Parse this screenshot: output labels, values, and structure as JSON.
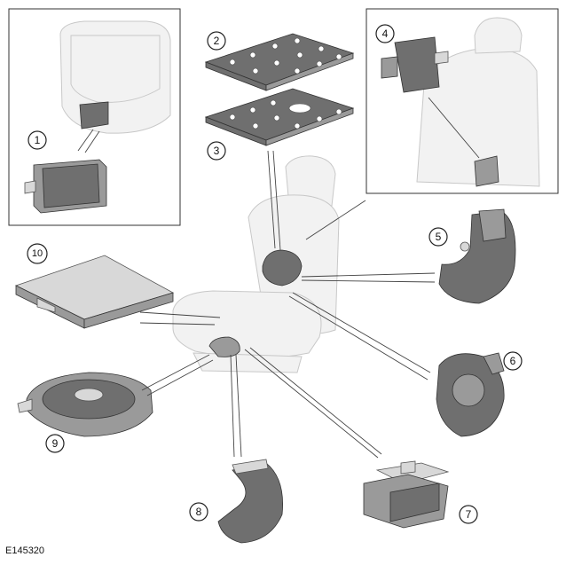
{
  "figure": {
    "reference_code": "E145320",
    "callouts": [
      "1",
      "2",
      "3",
      "4",
      "5",
      "6",
      "7",
      "8",
      "9",
      "10"
    ]
  },
  "colors": {
    "part_dark": "#6f6f6f",
    "part_mid": "#9a9a9a",
    "seat_outline": "#c8c8c8"
  }
}
